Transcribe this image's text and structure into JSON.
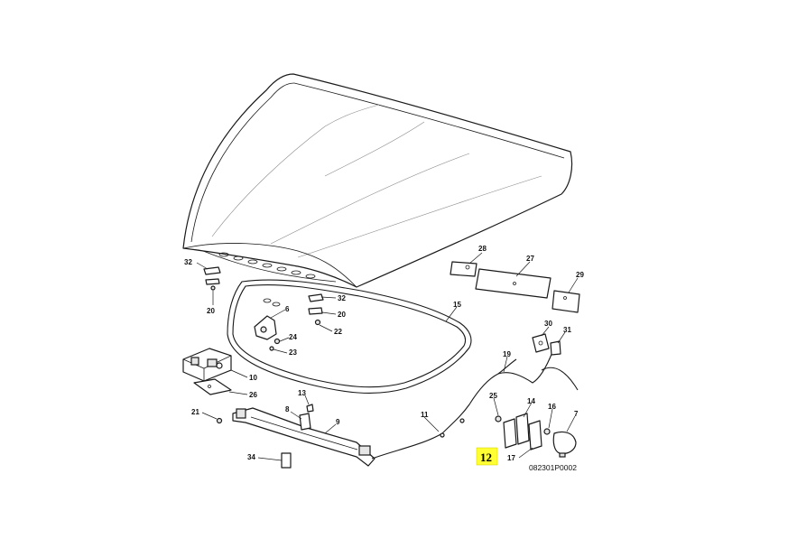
{
  "diagram": {
    "reference_code": "082301P0002",
    "highlighted_part": "12",
    "accent_color": "#ffff33"
  },
  "callouts": {
    "c32a": "32",
    "c20a": "20",
    "c6": "6",
    "c24": "24",
    "c23": "23",
    "c32b": "32",
    "c20b": "20",
    "c22": "22",
    "c10": "10",
    "c26": "26",
    "c15": "15",
    "c28": "28",
    "c27": "27",
    "c29": "29",
    "c30": "30",
    "c31": "31",
    "c19": "19",
    "c25": "25",
    "c14": "14",
    "c16": "16",
    "c7": "7",
    "c17": "17",
    "c13": "13",
    "c8": "8",
    "c9": "9",
    "c11": "11",
    "c21": "21",
    "c34": "34"
  }
}
